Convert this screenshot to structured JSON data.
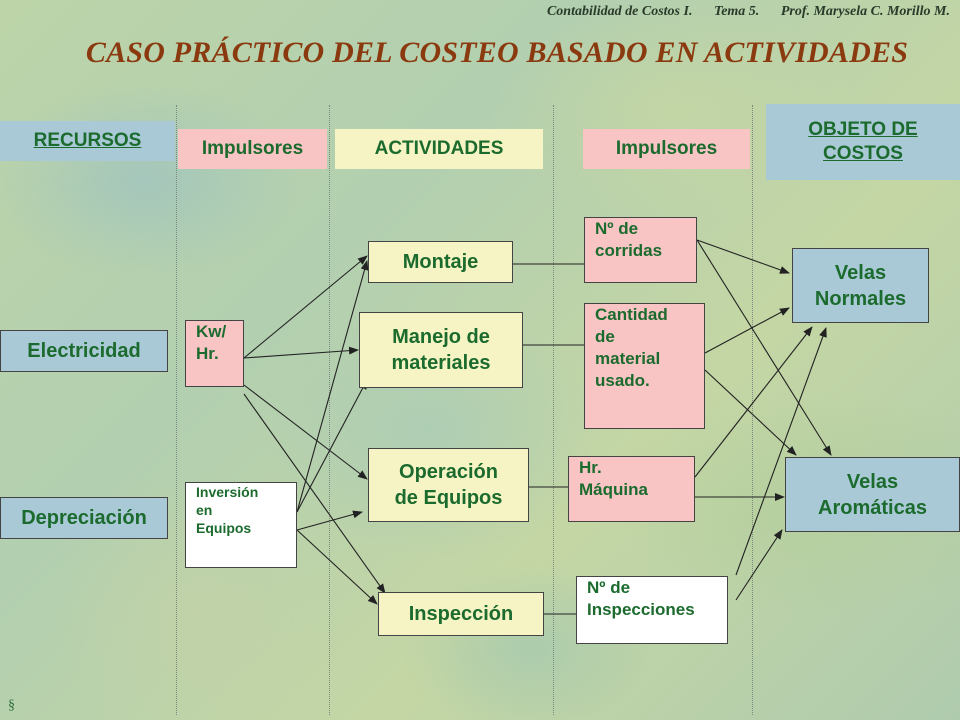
{
  "header": {
    "course": "Contabilidad de Costos I.",
    "topic": "Tema 5.",
    "professor": "Prof. Marysela C. Morillo M."
  },
  "title": "CASO PRÁCTICO DEL COSTEO BASADO EN ACTIVIDADES",
  "columns": {
    "recursos": "RECURSOS",
    "impulsores_1": "Impulsores",
    "actividades": "ACTIVIDADES",
    "impulsores_2": "Impulsores",
    "objeto_costos_line1": "OBJETO DE",
    "objeto_costos_line2": "COSTOS"
  },
  "resources": {
    "electricidad": "Electricidad",
    "depreciacion": "Depreciación"
  },
  "resource_drivers": {
    "kwhr_line1": "Kw/",
    "kwhr_line2": "Hr.",
    "inversion_line1": "Inversión",
    "inversion_line2": "en",
    "inversion_line3": "Equipos"
  },
  "activities": {
    "montaje": "Montaje",
    "manejo_line1": "Manejo de",
    "manejo_line2": "materiales",
    "operacion_line1": "Operación",
    "operacion_line2": "de Equipos",
    "inspeccion": "Inspección"
  },
  "activity_drivers": {
    "corridas_line1": "Nº de",
    "corridas_line2": "corridas",
    "cantidad_line1": "Cantidad",
    "cantidad_line2": "de",
    "cantidad_line3": "material",
    "cantidad_line4": "usado.",
    "hrmaq_line1": "Hr.",
    "hrmaq_line2": "Máquina",
    "inspecciones_line1": "Nº de",
    "inspecciones_line2": "Inspecciones"
  },
  "cost_objects": {
    "normales_line1": "Velas",
    "normales_line2": "Normales",
    "aromaticas_line1": "Velas",
    "aromaticas_line2": "Aromáticas"
  },
  "colors": {
    "title": "#8b3a10",
    "text": "#1c6b2e",
    "blue_box": "#a9c9d6",
    "pink_box": "#f8c4c4",
    "yellow_box": "#f6f4c4"
  }
}
